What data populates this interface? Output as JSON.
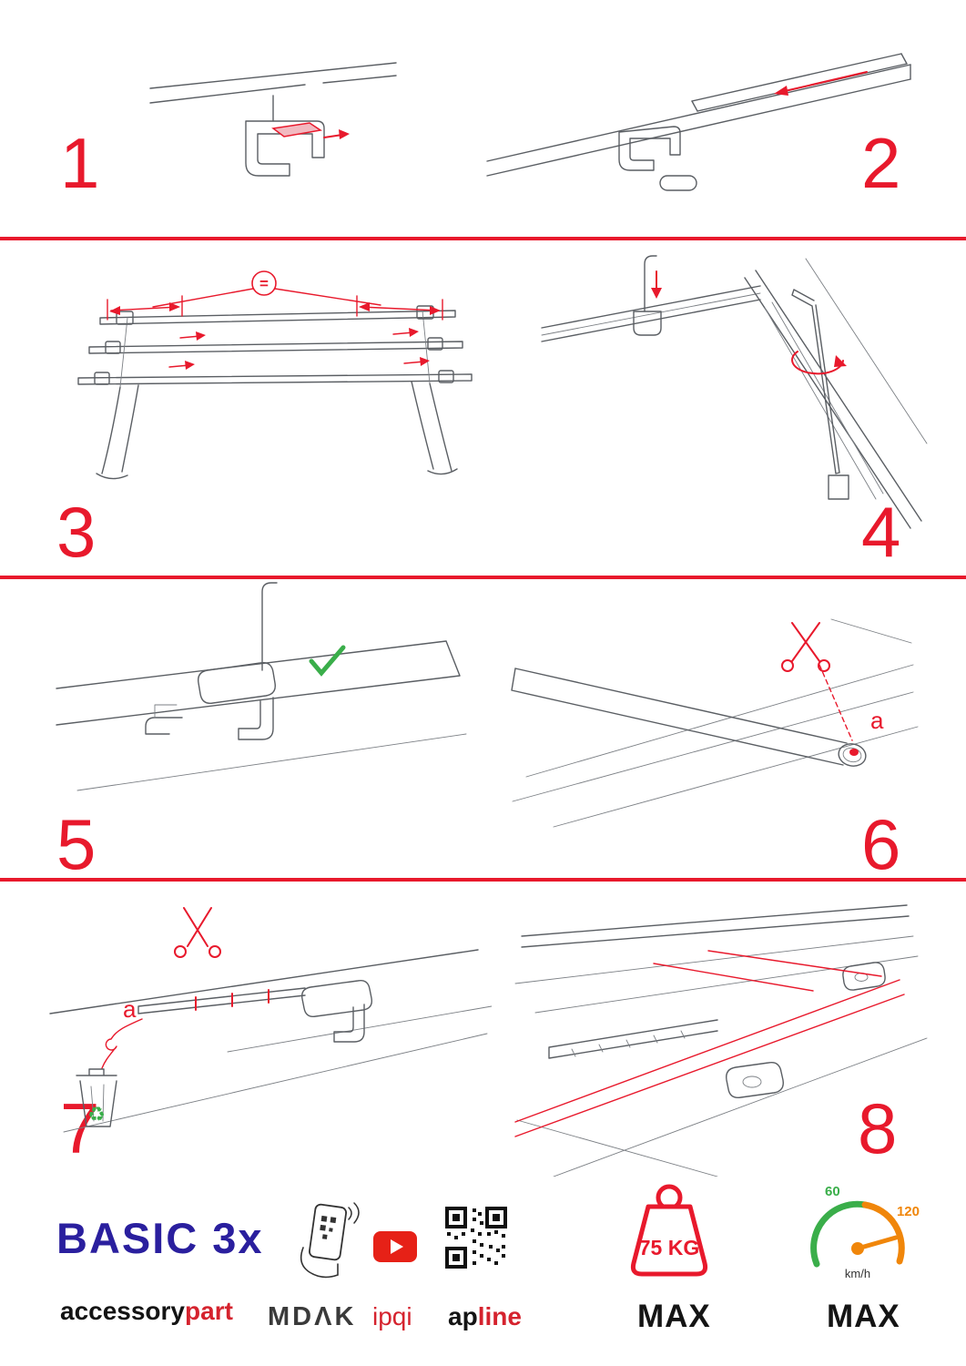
{
  "steps": [
    {
      "number": "1"
    },
    {
      "number": "2"
    },
    {
      "number": "3"
    },
    {
      "number": "4"
    },
    {
      "number": "5"
    },
    {
      "number": "6"
    },
    {
      "number": "7"
    },
    {
      "number": "8"
    }
  ],
  "annotations": {
    "equal_symbol": "=",
    "cut_label_6": "a",
    "cut_label_7": "a",
    "recycle_symbol": "♻"
  },
  "footer": {
    "brand": "BASIC 3x",
    "tagline_black": "accessory",
    "tagline_red": "part",
    "logo_mdak": "MDΛK",
    "logo_ipqi": "ipqi",
    "logo_ap": "ap",
    "logo_line": "line",
    "weight_value": "75 KG",
    "weight_max": "MAX",
    "speed_low": "60",
    "speed_high": "120",
    "speed_unit": "km/h",
    "speed_max": "MAX"
  },
  "colors": {
    "accent_red": "#e8192c",
    "brand_blue": "#2a1f9e",
    "check_green": "#3aae4a",
    "gauge_green": "#3aae4a",
    "gauge_orange": "#f0860a"
  }
}
